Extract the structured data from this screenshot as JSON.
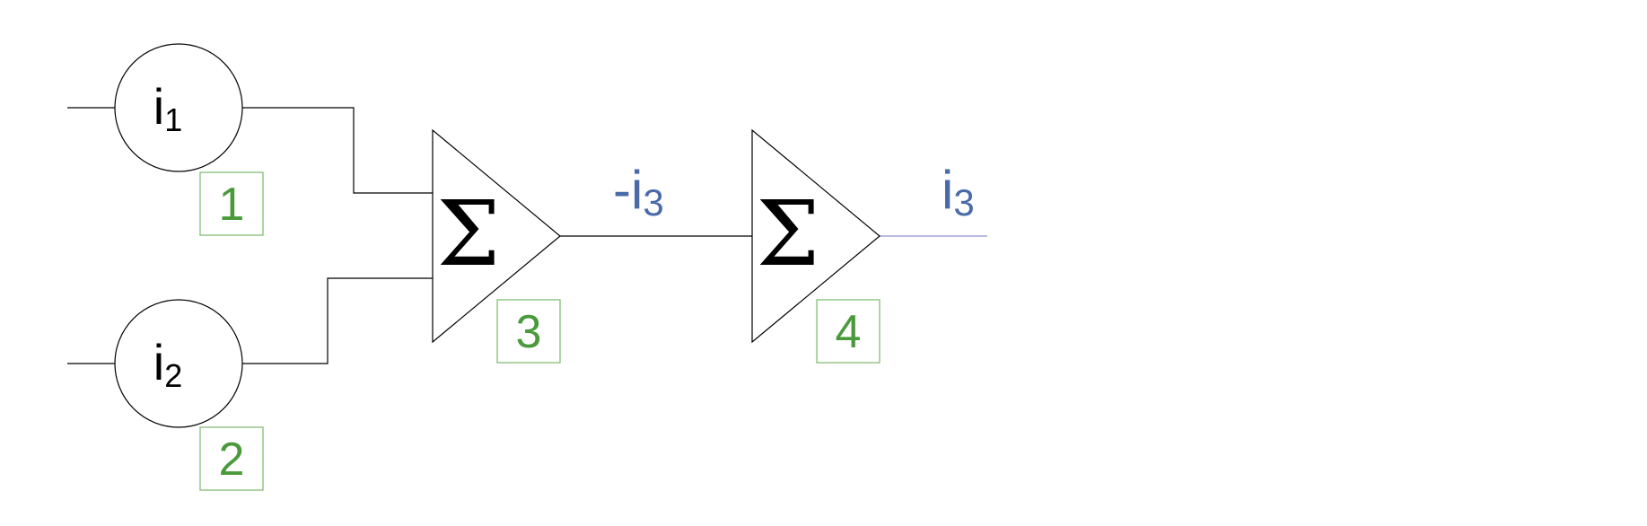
{
  "sources": [
    {
      "main": "i",
      "sub": "1",
      "number": "1"
    },
    {
      "main": "i",
      "sub": "2",
      "number": "2"
    }
  ],
  "summers": [
    {
      "symbol": "Σ",
      "number": "3"
    },
    {
      "symbol": "Σ",
      "number": "4"
    }
  ],
  "signals": {
    "intermediate": {
      "main": "-i",
      "sub": "3"
    },
    "output": {
      "main": "i",
      "sub": "3"
    }
  },
  "colors": {
    "line": "#000000",
    "number_label": "#4a9a3c",
    "number_box": "#7ab86a",
    "signal_label": "#4a6aa8",
    "output_wire": "#8f8fd4"
  }
}
